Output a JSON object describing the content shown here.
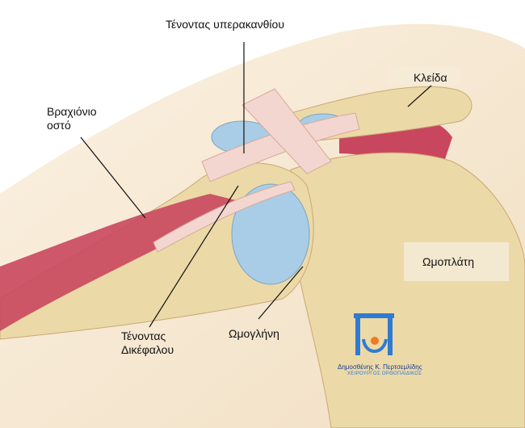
{
  "labels": {
    "supraspinatus": "Τένοντας υπερακανθίου",
    "clavicle": "Κλείδα",
    "humerus_line1": "Βραχιόνιο",
    "humerus_line2": "οστό",
    "scapula": "Ωμοπλάτη",
    "biceps_line1": "Τένοντας",
    "biceps_line2": "Δικέφαλου",
    "glenoid": "Ωμογλήνη"
  },
  "logo": {
    "name": "Δημοσθένης Κ. Περτσεμλίδης",
    "subtitle": "ΧΕΙΡΟΥΡΓΟΣ ΟΡΘΟΠΑΙΔΙΚΟΣ"
  },
  "colors": {
    "bone": "#ecd9a8",
    "muscle": "#c9475e",
    "cartilage": "#a9cde6",
    "tendon": "#f3d6cf",
    "logo_blue": "#2f7bd1",
    "logo_orange": "#f07a1f"
  }
}
